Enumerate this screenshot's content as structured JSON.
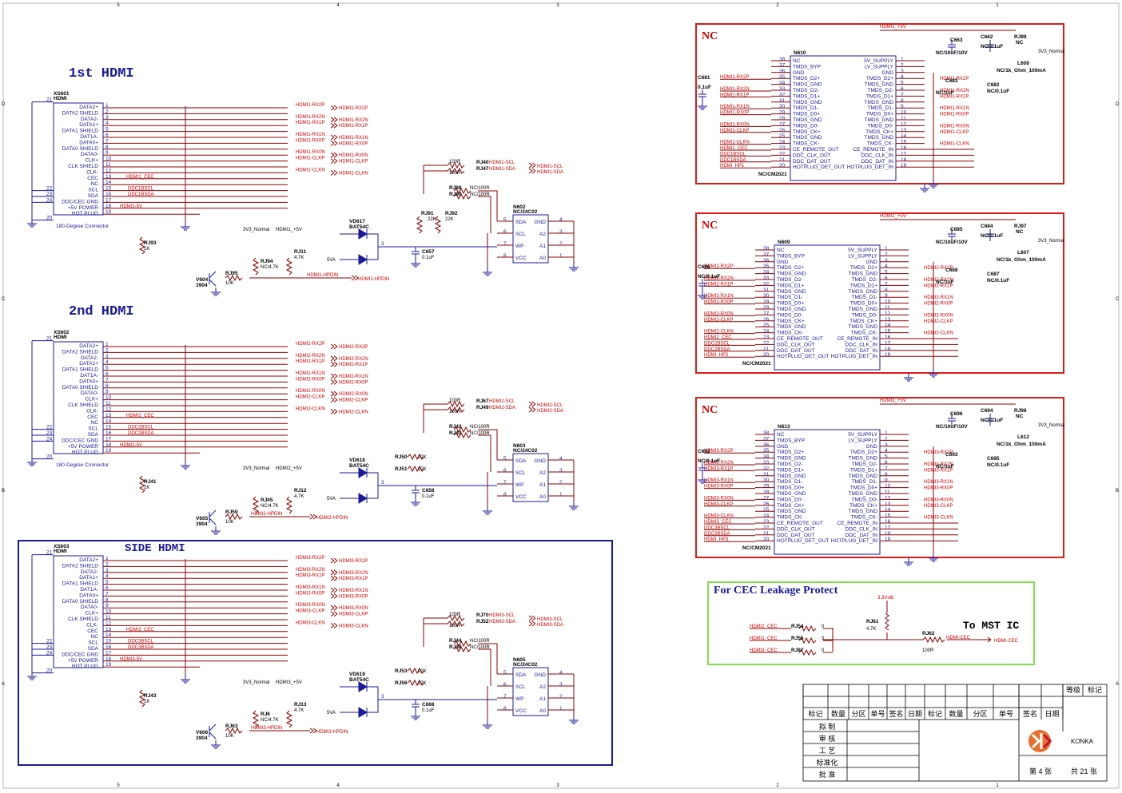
{
  "border": {
    "cols": [
      "5",
      "4",
      "3",
      "2",
      "1"
    ],
    "rows": [
      "D",
      "C",
      "B",
      "A"
    ]
  },
  "sections": {
    "hdmi1": {
      "title": "1st HDMI",
      "conn_ref": "XS601",
      "conn_type": "HDMI",
      "conn_desc": "180-Degree Connector",
      "eeprom_ref": "N602",
      "eeprom_val": "NC/24C02",
      "hpd_net": "HDMI1-HPDIN"
    },
    "hdmi2": {
      "title": "2nd HDMI",
      "conn_ref": "XS602",
      "conn_type": "HDMI",
      "conn_desc": "180-Degree Connector",
      "eeprom_ref": "N603",
      "eeprom_val": "NC/24C02",
      "hpd_net": "HDMI2-HPDIN"
    },
    "hdmi3": {
      "title": "SIDE HDMI",
      "conn_ref": "XS603",
      "conn_type": "HDMI",
      "eeprom_ref": "N605",
      "eeprom_val": "NC/24C02",
      "hpd_net": "HDMI3-HPDIN"
    }
  },
  "connector_pins": [
    {
      "num": "1",
      "name": "DATA2+"
    },
    {
      "num": "2",
      "name": "DATA2 SHIELD"
    },
    {
      "num": "3",
      "name": "DATA2-"
    },
    {
      "num": "4",
      "name": "DATA1+"
    },
    {
      "num": "5",
      "name": "DATA1 SHIELD"
    },
    {
      "num": "6",
      "name": "DAT1A-"
    },
    {
      "num": "7",
      "name": "DATA0+"
    },
    {
      "num": "8",
      "name": "DATA0 SHIELD"
    },
    {
      "num": "9",
      "name": "DATA0-"
    },
    {
      "num": "10",
      "name": "CLK+"
    },
    {
      "num": "11",
      "name": "CLK SHIELD"
    },
    {
      "num": "12",
      "name": "CLK-"
    },
    {
      "num": "13",
      "name": "CEC"
    },
    {
      "num": "14",
      "name": "NC"
    },
    {
      "num": "15",
      "name": "SCL"
    },
    {
      "num": "16",
      "name": "SDA"
    },
    {
      "num": "17",
      "name": "DDC/CEC GND"
    },
    {
      "num": "18",
      "name": "+5V POWER"
    },
    {
      "num": "19",
      "name": "HOT PLUG"
    }
  ],
  "hdmi_nets": [
    [
      "HDMI1-RX2P",
      "HDMI1-RX2N",
      "HDMI1-RX1P",
      "HDMI1-RX1N",
      "HDMI1-RX0P",
      "HDMI1-RX0N",
      "HDMI1-CLKP",
      "HDMI1-CLKN",
      "HDMI1_CEC",
      "DDC1BSCL",
      "DDC1BSDA",
      "HDMI1-5V"
    ],
    [
      "HDMI2-RX2P",
      "HDMI2-RX2N",
      "HDMI2-RX1P",
      "HDMI2-RX1N",
      "HDMI2-RX0P",
      "HDMI2-RX0N",
      "HDMI2-CLKP",
      "HDMI2-CLKN",
      "HDMI2_CEC",
      "DDC2BSCL",
      "DDC2BSDA",
      "HDMI2-5V"
    ],
    [
      "HDMI3-RX2P",
      "HDMI3-RX2N",
      "HDMI3-RX1P",
      "HDMI3-RX1N",
      "HDMI3-RX0P",
      "HDMI3-RX0N",
      "HDMI3-CLKP",
      "HDMI3-CLKN",
      "HDMI3_CEC",
      "DDC3BSCL",
      "DDC3BSDA",
      "HDMI3-5V"
    ]
  ],
  "eeprom_pins": {
    "left": [
      "SDA",
      "SCL",
      "WP",
      "VCC"
    ],
    "right": [
      "GND",
      "A2",
      "A1",
      "A0"
    ],
    "lnums": [
      "5",
      "6",
      "7",
      "8"
    ],
    "rnums": [
      "4",
      "3",
      "2",
      "1"
    ]
  },
  "misc": {
    "r_100r": "100R",
    "r_nc100r": "NC/100R",
    "r_22k": "22K",
    "r_1k": "1K",
    "r_10k": "10K",
    "r_47k": "4.7K",
    "r_nc47k": "NC/4.7K",
    "cap_01": "0.1uF",
    "diode_type": "BAT54C",
    "transistor_val": "3904",
    "v3v3": "3V3_Normal",
    "v5va": "5VA",
    "hdmi1_5v": "HDMI1_+5V",
    "hdmi2_5v": "HDMI2_+5V",
    "hdmi3_5v": "HDMI3_+5V",
    "hdmi1_scl": "HDMI1-SCL",
    "hdmi1_sda": "HDMI1-SDA",
    "hdmi2_scl": "HDMI2-SCL",
    "hdmi2_sda": "HDMI2-SDA",
    "hdmi3_scl": "HDMI3-SCL",
    "hdmi3_sda": "HDMI3-SDA",
    "refs": {
      "h1": {
        "rj40": "RJ40",
        "rj47": "RJ47",
        "rj88": "RJ88",
        "rj89": "RJ89",
        "rj91": "RJ91",
        "rj92": "RJ92",
        "rj93": "RJ93",
        "rj94": "RJ94",
        "rj11": "RJ11",
        "rj95": "RJ95",
        "v": "V604",
        "vd": "VD617",
        "c": "C657"
      },
      "h2": {
        "rj67": "RJ67",
        "rj49": "RJ49",
        "rj42": "RJ42",
        "rj43": "RJ43",
        "rj50": "RJ50",
        "rj51": "RJ51",
        "rj41": "RJ41",
        "rj05": "RJ05",
        "rj12": "RJ12",
        "rj59": "RJ59",
        "v": "V605",
        "vd": "VD618",
        "c": "C658"
      },
      "h3": {
        "rj70": "RJ70",
        "rj52": "RJ52",
        "rj44": "RJ44",
        "rj38": "RJ38",
        "rj53": "RJ53",
        "rj56": "RJ56",
        "rj43": "RJ43",
        "rj6": "RJ6",
        "rj13": "RJ13",
        "rj63": "RJ63",
        "v": "V606",
        "vd": "VD619",
        "c": "C668"
      }
    }
  },
  "nc_blocks": [
    {
      "tag": "NC",
      "ref": "N610",
      "part": "NC/CM2021",
      "pwr": "HDMI1_+5V",
      "caps": [
        "C663",
        "NC/10uF/10V",
        "C662",
        "NC/0.1uF",
        "RJ99",
        "NC",
        "L608",
        "NC/1k_Ohm_100mA",
        "C683",
        "NC/1uF",
        "C682",
        "NC/0.1uF",
        "C681",
        "0.1uF"
      ],
      "left_nets": [
        "HDMI1-RX2P",
        "HDMI1-RX2N",
        "HDMI1-RX1P",
        "HDMI1-RX1N",
        "HDMI1-RX0P",
        "HDMI1-RX0N",
        "HDMI1-CLKP",
        "HDMI1-CLKN",
        "HDMI1_CEC",
        "DDC1BSCL",
        "DDC1BSDA",
        "HDMI_HP1"
      ],
      "right_nets": [
        "HDMI1-RX2P",
        "HDMI1-RX2N",
        "HDMI1-RX1P",
        "HDMI1-RX1N",
        "HDMI1-RX0P",
        "HDMI1-RX0N",
        "HDMI1-CLKP",
        "HDMI1-CLKN"
      ]
    },
    {
      "tag": "NC",
      "ref": "N609",
      "part": "NC/CM2021",
      "pwr": "HDMI2_+5V",
      "caps": [
        "C685",
        "NC/10uF/10V",
        "C684",
        "NC/0.1uF",
        "RJ97",
        "NC",
        "L607",
        "NC/1k_Ohm_100mA",
        "C688",
        "NC/1uF",
        "C687",
        "NC/0.1uF",
        "C686",
        "NC/0.1uF"
      ],
      "left_nets": [
        "HDMI2-RX2P",
        "HDMI2-RX2N",
        "HDMI2-RX1P",
        "HDMI2-RX1N",
        "HDMI2-RX0P",
        "HDMI2-RX0N",
        "HDMI2-CLKP",
        "HDMI2-CLKN",
        "HDMI2_CEC",
        "DDC2BSCL",
        "DDC2BSDA",
        "HDMI_HP2"
      ],
      "right_nets": [
        "HDMI2-RX2P",
        "HDMI2-RX2N",
        "HDMI2-RX1P",
        "HDMI2-RX1N",
        "HDMI2-RX0P",
        "HDMI2-RX0N",
        "HDMI2-CLKP",
        "HDMI2-CLKN"
      ]
    },
    {
      "tag": "NC",
      "ref": "N613",
      "part": "NC/CM2021",
      "pwr": "HDMI3_+5V",
      "caps": [
        "C696",
        "NC/10uF/10V",
        "C694",
        "NC/0.1uF",
        "RJ98",
        "NC",
        "L612",
        "NC/1k_Ohm_100mA",
        "C693",
        "NC/1uF",
        "C695",
        "NC/0.1uF",
        "C692",
        "NC/0.1uF"
      ],
      "left_nets": [
        "HDMI3-RX2P",
        "HDMI3-RX2N",
        "HDMI3-RX1P",
        "HDMI3-RX1N",
        "HDMI3-RX0P",
        "HDMI3-RX0N",
        "HDMI3-CLKP",
        "HDMI3-CLKN",
        "HDMI3_CEC",
        "DDC3BSCL",
        "DDC3BSDA",
        "HDMI_HP3"
      ],
      "right_nets": [
        "HDMI3-RX2P",
        "HDMI3-RX2N",
        "HDMI3-RX1P",
        "HDMI3-RX1N",
        "HDMI3-RX0P",
        "HDMI3-RX0N",
        "HDMI3-CLKP",
        "HDMI3-CLKN"
      ]
    }
  ],
  "cm2021_left": [
    {
      "n": "38",
      "s": "NC"
    },
    {
      "n": "37",
      "s": "TMDS_BYP"
    },
    {
      "n": "36",
      "s": "GND"
    },
    {
      "n": "35",
      "s": "TMDS_D2+"
    },
    {
      "n": "34",
      "s": "TMDS_GND"
    },
    {
      "n": "33",
      "s": "TMDS_D2-"
    },
    {
      "n": "32",
      "s": "TMDS_D1+"
    },
    {
      "n": "31",
      "s": "TMDS_GND"
    },
    {
      "n": "30",
      "s": "TMDS_D1-"
    },
    {
      "n": "29",
      "s": "TMDS_D0+"
    },
    {
      "n": "28",
      "s": "TMDS_GND"
    },
    {
      "n": "27",
      "s": "TMDS_D0-"
    },
    {
      "n": "26",
      "s": "TMDS_CK+"
    },
    {
      "n": "25",
      "s": "TMDS_GND"
    },
    {
      "n": "24",
      "s": "TMDS_CK-"
    },
    {
      "n": "23",
      "s": "CE_REMOTE_OUT"
    },
    {
      "n": "22",
      "s": "DDC_CLK_OUT"
    },
    {
      "n": "21",
      "s": "DDC_DAT_OUT"
    },
    {
      "n": "20",
      "s": "HOTPLUG_DET_OUT"
    }
  ],
  "cm2021_right": [
    {
      "n": "1",
      "s": "5V_SUPPLY"
    },
    {
      "n": "2",
      "s": "LV_SUPPLY"
    },
    {
      "n": "3",
      "s": "GND"
    },
    {
      "n": "4",
      "s": "TMDS_D2+"
    },
    {
      "n": "5",
      "s": "TMDS_GND"
    },
    {
      "n": "6",
      "s": "TMDS_D2-"
    },
    {
      "n": "7",
      "s": "TMDS_D1+"
    },
    {
      "n": "8",
      "s": "TMDS_GND"
    },
    {
      "n": "9",
      "s": "TMDS_D1-"
    },
    {
      "n": "10",
      "s": "TMDS_D0+"
    },
    {
      "n": "11",
      "s": "TMDS_GND"
    },
    {
      "n": "12",
      "s": "TMDS_D0-"
    },
    {
      "n": "13",
      "s": "TMDS_CK+"
    },
    {
      "n": "14",
      "s": "TMDS_GND"
    },
    {
      "n": "15",
      "s": "TMDS_CK-"
    },
    {
      "n": "16",
      "s": "CE_REMOTE_IN"
    },
    {
      "n": "17",
      "s": "DDC_CLK_IN"
    },
    {
      "n": "18",
      "s": "DDC_DAT_IN"
    },
    {
      "n": "19",
      "s": "HOTPLUG_DET_IN"
    }
  ],
  "cec": {
    "title": "For CEC Leakage Protect",
    "target": "To MST IC",
    "supply": "3.3Vstb",
    "inputs": [
      {
        "net": "HDMI2_CEC",
        "ref": "RJ54",
        "val": "0"
      },
      {
        "net": "HDMI1_CEC",
        "ref": "RJ55",
        "val": "0"
      },
      {
        "net": "HDMI3_CEC",
        "ref": "RJ87",
        "val": "0"
      }
    ],
    "pull_ref": "RJ61",
    "pull_val": "4.7K",
    "series_ref": "RJ62",
    "series_val": "100R",
    "out_net": "HDMI-CEC"
  },
  "titleblock": {
    "cols": [
      "标记",
      "数量",
      "分区",
      "单号",
      "签名",
      "日期",
      "标记",
      "数量",
      "分区",
      "单号",
      "签名",
      "日期"
    ],
    "rows": [
      "拟 制",
      "审 核",
      "工 艺",
      "标准化",
      "批 准"
    ],
    "grade": "等级",
    "mark": "标记",
    "company": "KONKA",
    "sheet": "第 4 张",
    "total": "共 21 张"
  }
}
